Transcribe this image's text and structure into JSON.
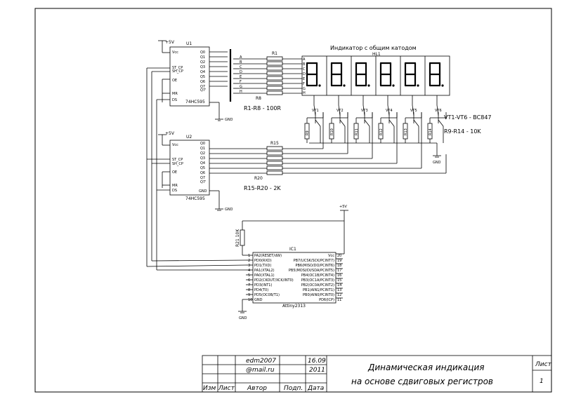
{
  "u1": {
    "ref": "U1",
    "part": "74HC595",
    "power": "+5V",
    "gnd": "GND",
    "left_pins": [
      "Vcc",
      "ST_CP",
      "SH_CP",
      "OE",
      "MR",
      "DS"
    ],
    "right_pins": [
      "Q0",
      "Q1",
      "Q2",
      "Q3",
      "Q4",
      "Q5",
      "Q6",
      "Q7",
      "Q7'"
    ]
  },
  "u2": {
    "ref": "U2",
    "part": "74HC595",
    "power": "+5V",
    "gnd": "GND",
    "left_pins": [
      "Vcc",
      "ST_CP",
      "SH_CP",
      "OE",
      "MR",
      "DS"
    ],
    "right_pins": [
      "Q0",
      "Q1",
      "Q2",
      "Q3",
      "Q4",
      "Q5",
      "Q6",
      "Q7",
      "Q7'",
      "GND"
    ]
  },
  "display": {
    "title": "Индикатор с общим катодом",
    "ref": "HL1",
    "segments": [
      "A",
      "B",
      "C",
      "D",
      "E",
      "F",
      "G",
      "H"
    ],
    "digit_count": 6
  },
  "resistors": {
    "r1": "R1",
    "r8": "R8",
    "r1_r8_value": "R1-R8 - 100R",
    "r15": "R15",
    "r20": "R20",
    "r15_r20_value": "R15-R20 - 2K",
    "base": [
      "R9",
      "R10",
      "R11",
      "R12",
      "R13",
      "R14"
    ],
    "base_value": "R9-R14 - 10K",
    "r21": "R21 10K"
  },
  "transistors": {
    "names": [
      "VT1",
      "VT2",
      "VT3",
      "VT4",
      "VT5",
      "VT6"
    ],
    "value": "VT1-VT6 - BC847",
    "gnd": "GND"
  },
  "mcu": {
    "ref": "IC1",
    "part": "Attiny2313",
    "power": "+5V",
    "gnd": "GND",
    "left_pins": [
      "PA2(RESET/dW)",
      "PD0(RXD)",
      "PD1(TXD)",
      "PA1(XTAL2)",
      "PA0(XTAL1)",
      "PD2(CKOUT/XCK/INT0)",
      "PD3(INT1)",
      "PD4(T0)",
      "PD5(OC0B/T1)",
      "GND"
    ],
    "right_pins": [
      "Vcc",
      "PB7(UCSK/SCK/PCINT7)",
      "PB6(MISO/DO/PCINT6)",
      "PB5(MOSI/DI/SDA/PCINT5)",
      "PB4(OC1B/PCINT4)",
      "PB3(OC1A/PCINT3)",
      "PB2(OC0A/PCINT2)",
      "PB1(AIN1/PCINT1)",
      "PB0(AIN0/PCINT0)",
      "PD6(ICP)"
    ],
    "left_nums": [
      "1",
      "2",
      "3",
      "4",
      "5",
      "6",
      "7",
      "8",
      "9",
      "10"
    ],
    "right_nums": [
      "20",
      "19",
      "18",
      "17",
      "16",
      "15",
      "14",
      "13",
      "12",
      "11"
    ]
  },
  "title_block": {
    "author_name": "edm2007",
    "author_mail": "@mail.ru",
    "date_top": "16.09",
    "date_year": "2011",
    "hdr_izm": "Изм",
    "hdr_list": "Лист",
    "hdr_avtor": "Автор",
    "hdr_podp": "Подп.",
    "hdr_data": "Дата",
    "title_line1": "Динамическая индикация",
    "title_line2": "на основе сдвиговых регистров",
    "sheet_label": "Лист",
    "sheet_number": "1"
  }
}
